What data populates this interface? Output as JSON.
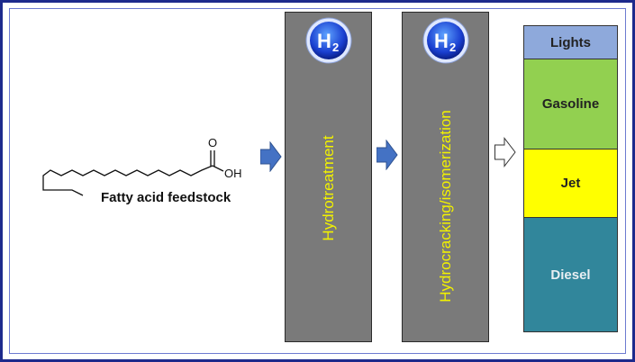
{
  "feedstock": {
    "label": "Fatty acid feedstock",
    "carbonyl_o": "O",
    "hydroxyl": "OH"
  },
  "steps": [
    {
      "name": "Hydrotreatment",
      "reagent": "H",
      "reagent_sub": "2"
    },
    {
      "name": "Hydrocracking/isomerization",
      "reagent": "H",
      "reagent_sub": "2"
    }
  ],
  "products": [
    {
      "label": "Lights",
      "color": "#8ea9db"
    },
    {
      "label": "Gasoline",
      "color": "#92d050"
    },
    {
      "label": "Jet",
      "color": "#ffff00"
    },
    {
      "label": "Diesel",
      "color": "#31869b"
    }
  ],
  "colors": {
    "frame": "#1d2a8c",
    "column": "#7a7a7a",
    "column_text": "#f2f200",
    "arrow": "#4472c4"
  }
}
